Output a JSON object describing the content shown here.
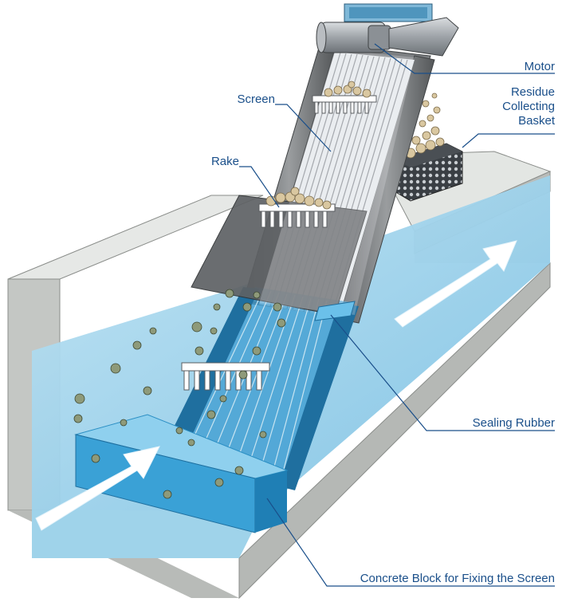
{
  "labels": {
    "motor": "Motor",
    "residue_line1": "Residue",
    "residue_line2": "Collecting",
    "residue_line3": "Basket",
    "screen": "Screen",
    "rake": "Rake",
    "sealing_rubber": "Sealing Rubber",
    "concrete_block": "Concrete Block for Fixing the Screen"
  },
  "colors": {
    "water": "#8ecbe6",
    "water_deep": "#2b8fc4",
    "concrete": "#cfd2cf",
    "screen_frame": "#6f7275",
    "leader_line": "#1a4f8a",
    "label_text": "#1a4f8a",
    "debris": "#8e9a7a",
    "residue": "#d9c7a0"
  },
  "icons": {
    "flow_arrow_inlet": "white-arrow-up-right",
    "flow_arrow_outlet": "white-arrow-up-right"
  }
}
